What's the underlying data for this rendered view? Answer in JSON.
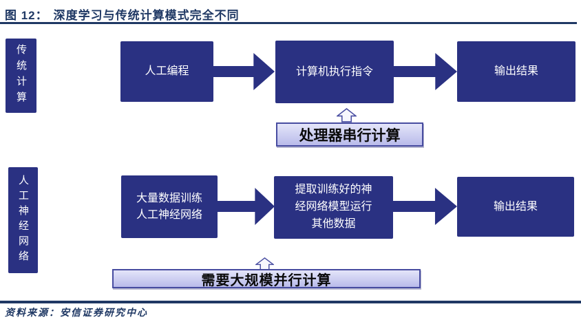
{
  "figure": {
    "number_label": "图 12：",
    "title": "深度学习与传统计算模式完全不同"
  },
  "diagram": {
    "rows": [
      {
        "id": "traditional-computing",
        "side_label": "传统计算",
        "boxes": [
          "人工编程",
          "计算机执行指令",
          "输出结果"
        ],
        "callout": "处理器串行计算"
      },
      {
        "id": "artificial-neural-network",
        "side_label": "人工神经网络",
        "boxes": [
          "大量数据训练\n人工神经网络",
          "提取训练好的神\n经网络模型运行\n其他数据",
          "输出结果"
        ],
        "callout": "需要大规模并行计算"
      }
    ]
  },
  "footer": {
    "source": "资料来源：安信证券研究中心"
  },
  "icons": {
    "flow_arrow": "right-block-arrow",
    "callout_pointer": "up-block-arrow"
  },
  "colors": {
    "box_fill": "#2A3182",
    "box_text": "#FFFFFF",
    "title_navy": "#1F3864",
    "callout_fill_top": "#E4E5F9",
    "callout_fill_bottom": "#B9BBEA",
    "callout_border": "#474CA0",
    "callout_text": "#0A0A0A"
  }
}
